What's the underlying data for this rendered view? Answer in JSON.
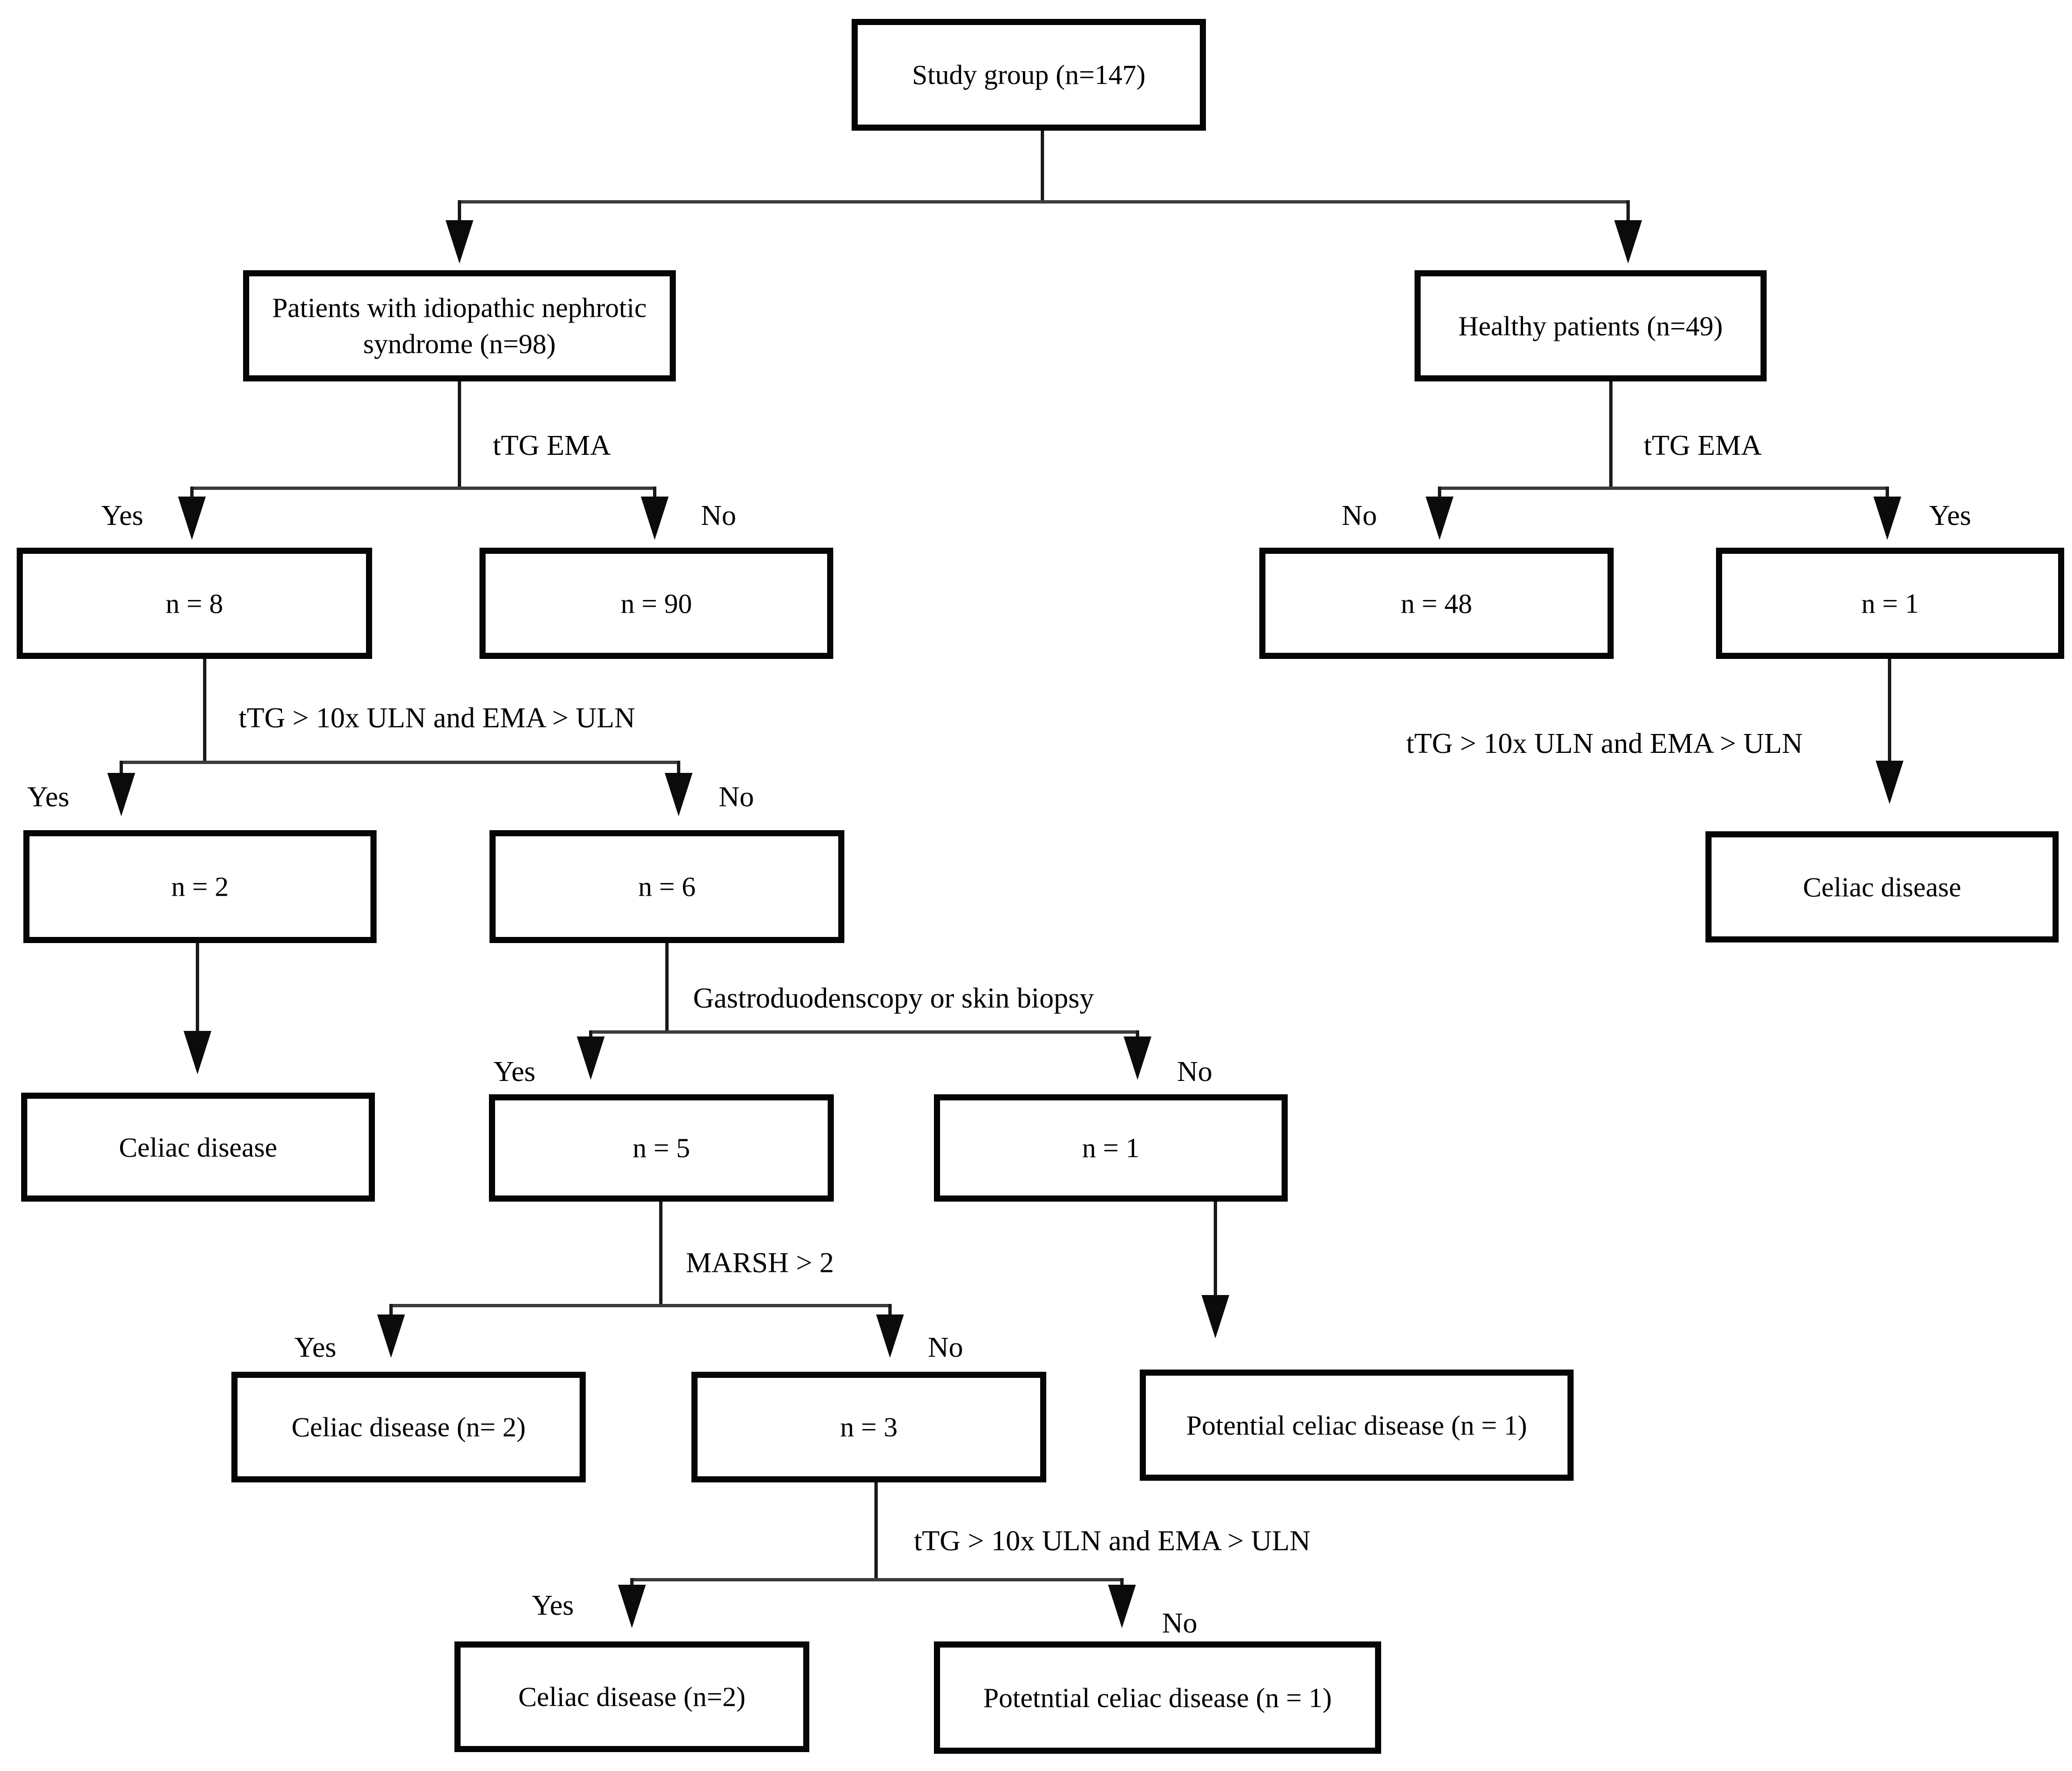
{
  "nodes": {
    "study_group": "Study group (n=147)",
    "ins": "Patients with idiopathic nephrotic syndrome (n=98)",
    "healthy": "Healthy patients (n=49)",
    "n8": "n = 8",
    "n90": "n = 90",
    "n48": "n = 48",
    "n1_right": "n = 1",
    "n2": "n = 2",
    "n6": "n = 6",
    "celiac_right": "Celiac disease",
    "celiac_left": "Celiac disease",
    "n5": "n = 5",
    "n1_mid": "n = 1",
    "celiac_n2": "Celiac disease (n= 2)",
    "n3": "n = 3",
    "potential": "Potential celiac disease (n = 1)",
    "celiac_n2_bottom": "Celiac disease (n=2)",
    "potetntial_bottom": "Potetntial celiac disease (n = 1)"
  },
  "edge_labels": {
    "ttg_ema_left": "tTG EMA",
    "ttg_ema_right": "tTG EMA",
    "ttg10_left": "tTG > 10x ULN and EMA > ULN",
    "ttg10_right": "tTG > 10x ULN and EMA > ULN",
    "gastro": "Gastroduodenscopy or skin biopsy",
    "marsh": "MARSH > 2",
    "ttg10_bottom": "tTG > 10x ULN and EMA > ULN"
  },
  "branch_labels": {
    "l1_left_yes": "Yes",
    "l1_left_no": "No",
    "l1_right_no": "No",
    "l1_right_yes": "Yes",
    "l2_yes": "Yes",
    "l2_no": "No",
    "gastro_yes": "Yes",
    "gastro_no": "No",
    "marsh_yes": "Yes",
    "marsh_no": "No",
    "bottom_yes": "Yes",
    "bottom_no": "No"
  }
}
